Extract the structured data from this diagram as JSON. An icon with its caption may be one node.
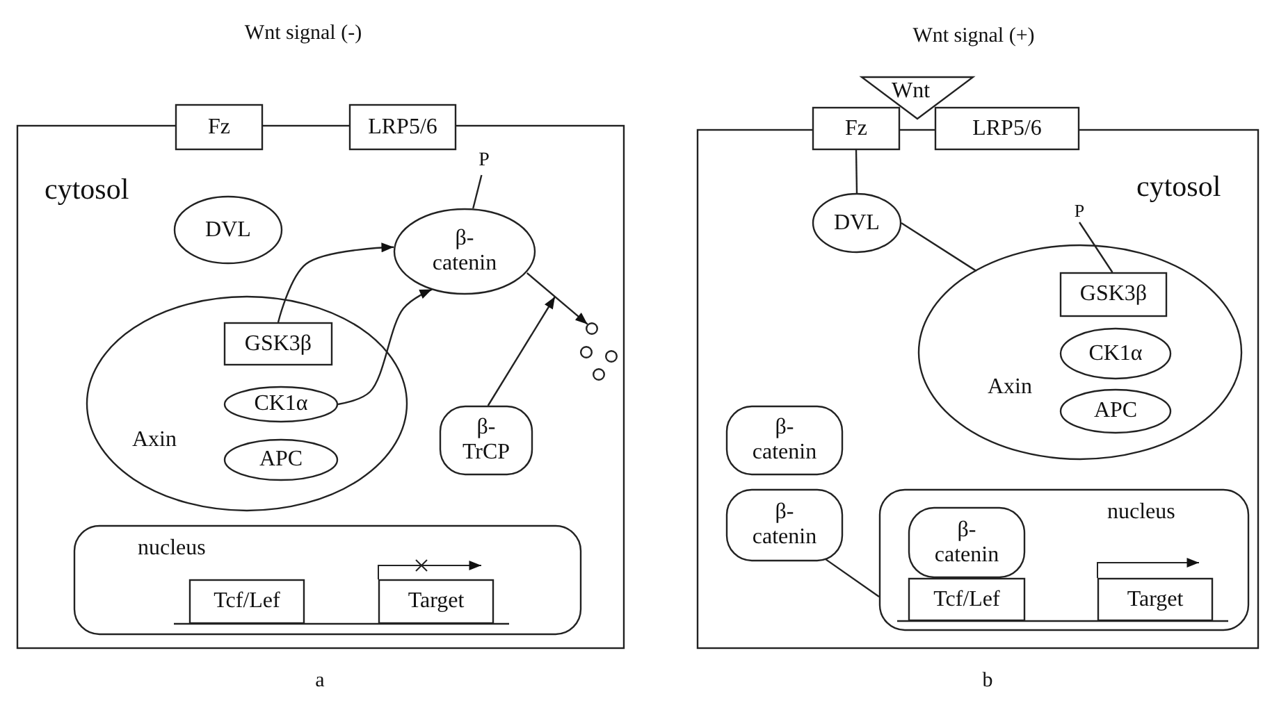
{
  "diagram": {
    "nodes": [
      {
        "text": [
          "cytosol"
        ]
      },
      {
        "text": [
          "Fz"
        ]
      },
      {
        "text": [
          "LRP5/6"
        ]
      },
      {
        "text": [
          "P"
        ],
        "in": 0
      },
      {
        "text": [
          "DVL"
        ],
        "in": 0
      },
      {
        "text": [
          "β- catenin"
        ],
        "in": 0
      },
      {
        "text": [
          "Axin"
        ],
        "in": 0
      },
      {
        "text": [
          "GSK3β"
        ],
        "in": 6
      },
      {
        "text": [
          "CK1α"
        ],
        "in": 6
      },
      {
        "text": [
          "APC"
        ],
        "in": 6
      },
      {
        "text": [],
        "shape": "circle",
        "in": 0
      },
      {
        "text": [],
        "shape": "circle",
        "in": 0
      },
      {
        "text": [],
        "shape": "circle",
        "in": 0
      },
      {
        "text": [],
        "shape": "circle",
        "in": 0
      },
      {
        "text": [
          "β- TrCP"
        ],
        "in": 0
      },
      {
        "text": [
          "nucleus"
        ],
        "in": 0
      },
      {
        "text": [
          "Tcf/Lef"
        ],
        "in": 15
      },
      {
        "text": [
          "Target"
        ],
        "in": 15
      },
      {
        "text": [
          "Wnt"
        ]
      },
      {
        "text": [
          "cytosol"
        ]
      },
      {
        "text": [
          "Fz"
        ]
      },
      {
        "text": [
          "LRP5/6"
        ]
      },
      {
        "text": [
          "DVL"
        ],
        "in": 19
      },
      {
        "text": [
          "P"
        ],
        "in": 19
      },
      {
        "text": [
          "Axin"
        ],
        "in": 19
      },
      {
        "text": [
          "GSK3β"
        ],
        "in": 24
      },
      {
        "text": [
          "CK1α"
        ],
        "in": 24
      },
      {
        "text": [
          "APC"
        ],
        "in": 24
      },
      {
        "text": [
          "β- catenin"
        ],
        "in": 19
      },
      {
        "text": [
          "β- catenin"
        ],
        "in": 19
      },
      {
        "text": [
          "nucleus"
        ],
        "in": 19
      },
      {
        "text": [
          "β- catenin"
        ],
        "in": 30
      },
      {
        "text": [
          "Tcf/Lef"
        ],
        "in": 30
      },
      {
        "text": [
          "Target"
        ],
        "in": 30
      }
    ],
    "edges": [
      {
        "from": 3,
        "to": 5,
        "arrow": "none"
      },
      {
        "from": 7,
        "to": 5,
        "arrow": "to"
      },
      {
        "from": 8,
        "to": 5,
        "arrow": "to"
      },
      {
        "from": 5,
        "to": 10,
        "arrow": "to"
      },
      {
        "from": 14,
        "to": null,
        "arrow": "to"
      },
      {
        "from": 20,
        "to": 22,
        "arrow": "none"
      },
      {
        "from": 22,
        "to": 24,
        "arrow": "none"
      },
      {
        "from": 23,
        "to": 25,
        "arrow": "none"
      },
      {
        "from": 29,
        "to": 30,
        "arrow": "none"
      }
    ],
    "labels": [
      "Wnt signal (-)",
      "Wnt signal (+)",
      "a",
      "b"
    ]
  }
}
